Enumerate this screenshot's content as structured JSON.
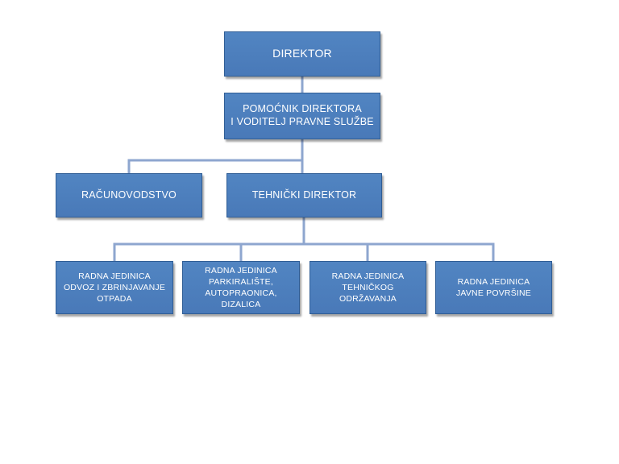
{
  "org_chart": {
    "director": {
      "label": "DIREKTOR"
    },
    "assistant": {
      "label": "POMOĆNIK DIREKTORA\nI VODITELJ PRAVNE SLUŽBE"
    },
    "accounting": {
      "label": "RAČUNOVODSTVO"
    },
    "technical_director": {
      "label": "TEHNIČKI DIREKTOR"
    },
    "units": [
      {
        "label": "RADNA JEDINICA\nODVOZ I ZBRINJAVANJE\nOTPADA"
      },
      {
        "label": "RADNA JEDINICA\nPARKIRALIŠTE,\nAUTOPRAONICA,\nDIZALICA"
      },
      {
        "label": "RADNA JEDINICA\nTEHNIČKOG\nODRŽAVANJA"
      },
      {
        "label": "RADNA JEDINICA\nJAVNE POVRŠINE"
      }
    ]
  },
  "colors": {
    "box_fill": "#4f81bd",
    "box_border": "#2f5d95",
    "connector": "#8ea6cf",
    "text": "#ffffff"
  }
}
